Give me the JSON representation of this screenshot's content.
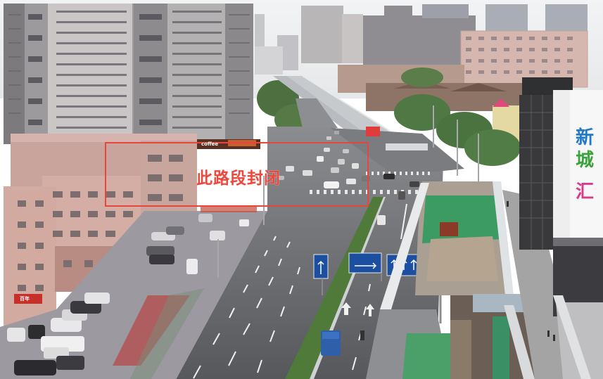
{
  "annotation": {
    "text": "此路段封闭",
    "color": "#f0473c"
  },
  "mall_sign": {
    "chars": [
      "新",
      "城",
      "汇"
    ],
    "colors": [
      "#1f78c8",
      "#3aa23a",
      "#d83b8a"
    ]
  },
  "storefront": {
    "text": "coffee"
  },
  "pharmacy_sign": {
    "text": "百年"
  }
}
